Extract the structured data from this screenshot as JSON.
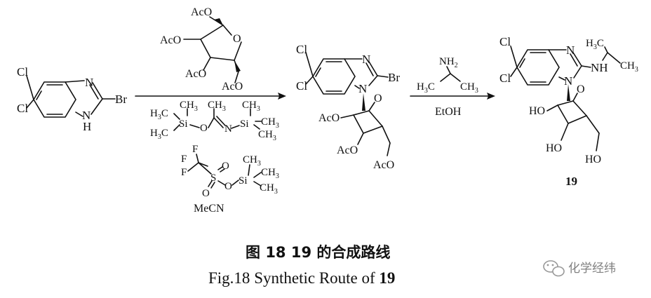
{
  "scheme": {
    "start_material": {
      "atoms": {
        "cl_top": "Cl",
        "cl_bottom": "Cl",
        "n_ring": "N",
        "nh": "N",
        "h_on_n": "H",
        "br": "Br"
      }
    },
    "ribose_reagent": {
      "groups": [
        "AcO",
        "AcO",
        "AcO",
        "AcO"
      ],
      "ring_o": "O"
    },
    "reagent_bsa": {
      "left_h3c_top": "H",
      "left_h3c_top_sub": "3",
      "left_h3c_top_c": "C",
      "left_ch3_top": "CH",
      "left_ch3_top_sub": "3",
      "left_h3c_bot": "H",
      "left_h3c_bot_sub": "3",
      "left_h3c_bot_c": "C",
      "left_si": "Si",
      "o": "O",
      "n": "N",
      "acetyl_ch3": "CH",
      "acetyl_ch3_sub": "3",
      "right_ch3_top": "CH",
      "right_ch3_top_sub": "3",
      "right_si": "Si",
      "right_ch3_mid": "CH",
      "right_ch3_mid_sub": "3",
      "right_ch3_bot": "CH",
      "right_ch3_bot_sub": "3"
    },
    "reagent_tmsotf": {
      "f1": "F",
      "f2": "F",
      "f3": "F",
      "s": "S",
      "o1": "O",
      "o2": "O",
      "o3": "O",
      "si": "Si",
      "ch3_top": "CH",
      "ch3_top_sub": "3",
      "ch3_mid": "CH",
      "ch3_mid_sub": "3",
      "ch3_bot": "CH",
      "ch3_bot_sub": "3"
    },
    "solvent_1": "MeCN",
    "intermediate": {
      "atoms": {
        "cl_top": "Cl",
        "cl_bottom": "Cl",
        "n_ring": "N",
        "n1": "N",
        "br": "Br",
        "ring_o": "O"
      },
      "groups": [
        "AcO",
        "AcO",
        "AcO"
      ]
    },
    "reagent_amine": {
      "nh2": "NH",
      "nh2_sub": "2",
      "h3c": "H",
      "h3c_sub": "3",
      "h3c_c": "C",
      "ch3": "CH",
      "ch3_sub": "3"
    },
    "solvent_2": "EtOH",
    "product": {
      "atoms": {
        "cl_top": "Cl",
        "cl_bottom": "Cl",
        "n_ring": "N",
        "n1": "N",
        "nh": "NH",
        "ring_o": "O"
      },
      "h3c": "H",
      "h3c_sub": "3",
      "h3c_c": "C",
      "ch3": "CH",
      "ch3_sub": "3",
      "hydroxyls": [
        "HO",
        "HO",
        "HO"
      ],
      "label": "19"
    }
  },
  "caption": {
    "cn_prefix": "图",
    "cn_fig_no": "18",
    "cn_compound": "19",
    "cn_suffix": "的合成路线",
    "en_prefix": "Fig.18",
    "en_text": "Synthetic Route of",
    "en_compound": "19"
  },
  "watermark": {
    "text": "化学经纬",
    "icon": "wechat-icon"
  }
}
